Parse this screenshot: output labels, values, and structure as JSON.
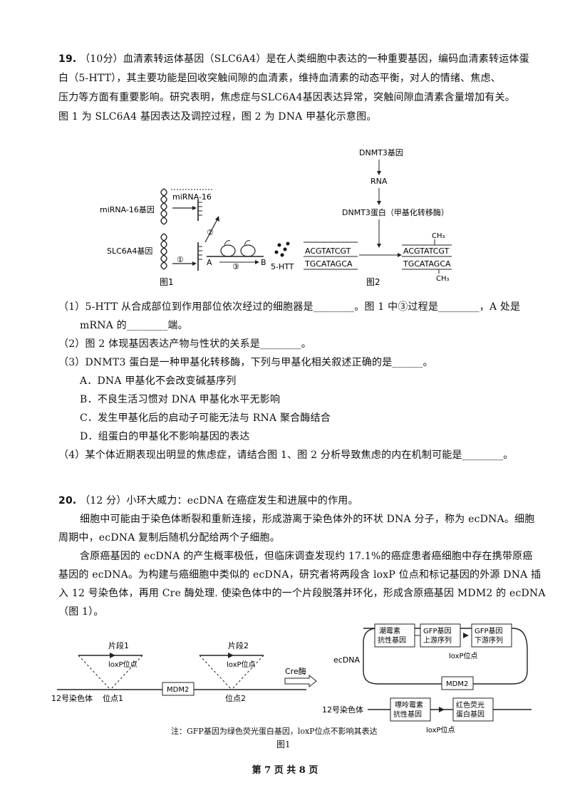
{
  "q19": {
    "number": "19.",
    "line1": "（10分）血清素转运体基因（SLC6A4）是在人类细胞中表达的一种重要基因，编码血清素转运体蛋",
    "line2": "白（5-HTT），其主要功能是回收突触间隙的血清素，维持血清素的动态平衡，对人的情绪、焦虑、",
    "line3": "压力等方面有重要影响。研究表明，焦虑症与SLC6A4基因表达异常，突触间隙血清素含量增加有关。",
    "line4": "图 1 为 SLC6A4 基因表达及调控过程，图 2 为 DNA 甲基化示意图。",
    "fig1": {
      "mirna_gene": "miRNA-16基因",
      "mirna": "miRNA-16",
      "slc_gene": "SLC6A4基因",
      "step1": "①",
      "step2": "②",
      "step3": "③",
      "a": "A",
      "b": "B",
      "product": "5-HTT",
      "caption": "图1"
    },
    "fig2": {
      "gene": "DNMT3基因",
      "rna": "RNA",
      "protein": "DNMT3蛋白（甲基化转移酶）",
      "seq_top": "ACGTATCGT",
      "seq_bottom": "TGCATAGCA",
      "ch3": "CH₃",
      "caption": "图2"
    },
    "s1a": "（1）5-HTT 从合成部位到作用部位依次经过的细胞器是________。图 1 中③过程是________，A 处是",
    "s1b": "mRNA 的________端。",
    "s2": "（2）图 2 体现基因表达产物与性状的关系是________。",
    "s3": "（3）DNMT3 蛋白是一种甲基化转移酶，下列与甲基化相关叙述正确的是______。",
    "optA": "A．DNA 甲基化不会改变碱基序列",
    "optB": "B．不良生活习惯对 DNA 甲基化水平无影响",
    "optC": "C．发生甲基化后的启动子可能无法与 RNA 聚合酶结合",
    "optD": "D．组蛋白的甲基化不影响基因的表达",
    "s4": "（4）某个体近期表现出明显的焦虑症，请结合图 1、图 2 分析导致焦虑的内在机制可能是________。"
  },
  "q20": {
    "number": "20.",
    "line1": "（12 分）小环大威力：ecDNA 在癌症发生和进展中的作用。",
    "p1a": "细胞中可能由于染色体断裂和重新连接，形成游离于染色体外的环状 DNA 分子，称为 ecDNA。细胞",
    "p1b": "周期中，ecDNA 复制后随机分配给两个子细胞。",
    "p2a": "含原癌基因的 ecDNA 的产生概率极低，但临床调查发现约 17.1%的癌症患者癌细胞中存在携带原癌",
    "p2b": "基因的 ecDNA。为构建与癌细胞中类似的 ecDNA，研究者将两段含 loxP 位点和标记基因的外源 DNA 插",
    "p2c": "入 12 号染色体，再用 Cre 酶处理. 使染色体中的一个片段脱落并环化，形成含原癌基因 MDM2 的 ecDNA",
    "p2d": "（图 1）。",
    "fig": {
      "frag1": "片段1",
      "frag2": "片段2",
      "loxp": "loxP位点",
      "chr12": "12号染色体",
      "site1": "位点1",
      "site2": "位点2",
      "mdm2": "MDM2",
      "cre": "Cre酶",
      "ecdna": "ecDNA",
      "neo1": "潮霉素",
      "neo2": "抗性基因",
      "gfp_up1": "GFP基因",
      "gfp_up2": "上游序列",
      "gfp_down1": "GFP基因",
      "gfp_down2": "下游序列",
      "puro1": "嘌呤霉素",
      "puro2": "抗性基因",
      "red1": "红色荧光",
      "red2": "蛋白基因",
      "note": "注：GFP基因为绿色荧光蛋白基因，loxP位点不影响其表达",
      "caption": "图1"
    }
  },
  "footer": "第 7 页 共 8 页"
}
